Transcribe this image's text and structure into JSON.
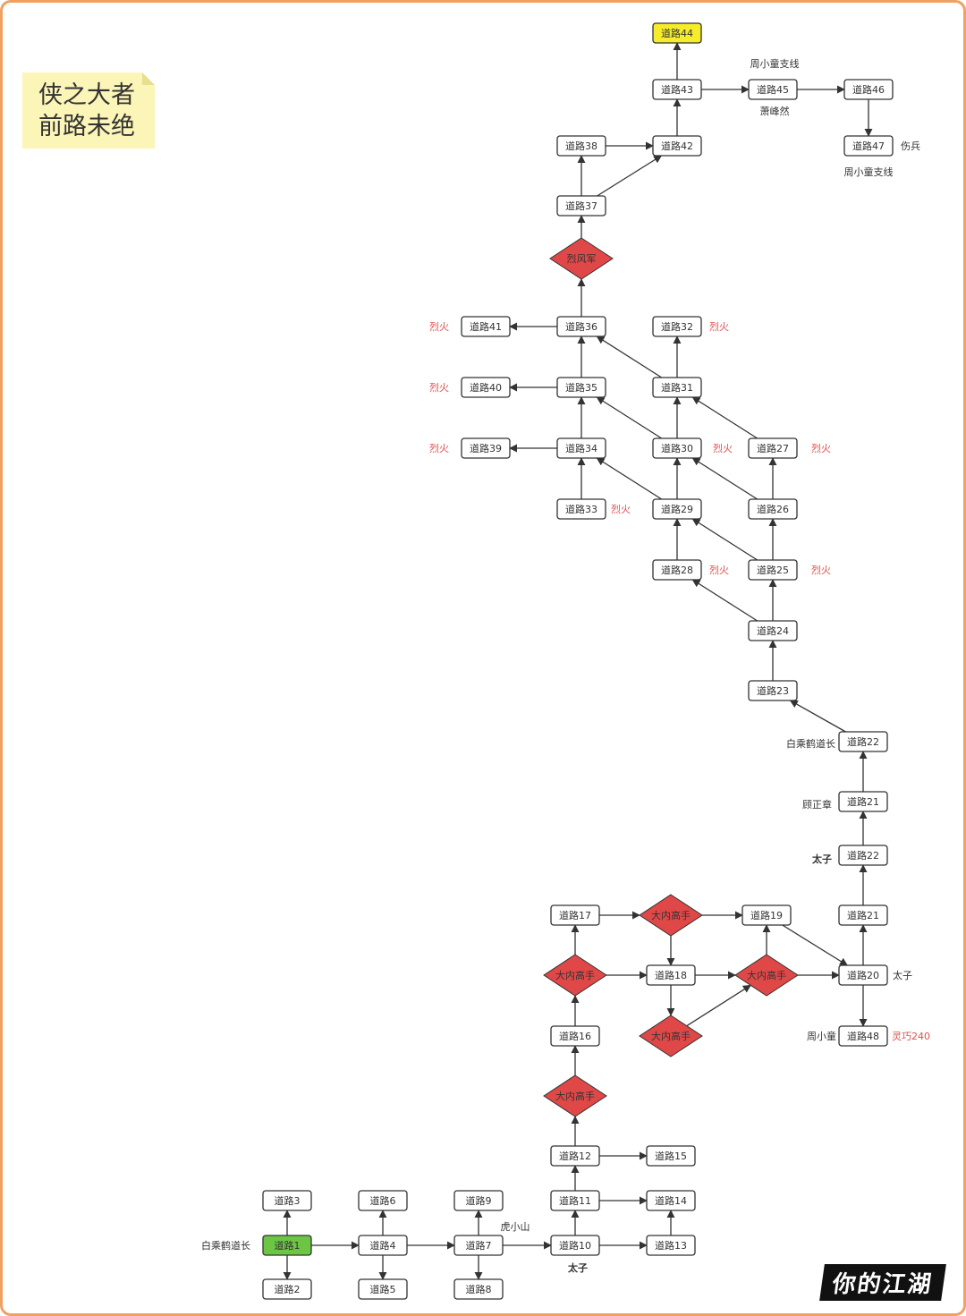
{
  "note": {
    "line1": "侠之大者",
    "line2": "前路未绝"
  },
  "logo": "你的江湖",
  "colors": {
    "stroke": "#333333",
    "diamond": "#e04848",
    "start": "#6cc644",
    "goal": "#f5ec2a",
    "red_text": "#e05050",
    "text": "#333333"
  },
  "nodes": [
    {
      "id": "n1",
      "label": "道路1",
      "type": "start"
    },
    {
      "id": "n2",
      "label": "道路2"
    },
    {
      "id": "n3",
      "label": "道路3"
    },
    {
      "id": "n4",
      "label": "道路4"
    },
    {
      "id": "n5",
      "label": "道路5"
    },
    {
      "id": "n6",
      "label": "道路6"
    },
    {
      "id": "n7",
      "label": "道路7"
    },
    {
      "id": "n8",
      "label": "道路8"
    },
    {
      "id": "n9",
      "label": "道路9"
    },
    {
      "id": "n10",
      "label": "道路10"
    },
    {
      "id": "n11",
      "label": "道路11"
    },
    {
      "id": "n12",
      "label": "道路12"
    },
    {
      "id": "n13",
      "label": "道路13"
    },
    {
      "id": "n14",
      "label": "道路14"
    },
    {
      "id": "n15",
      "label": "道路15"
    },
    {
      "id": "dE",
      "label": "大内高手",
      "type": "diamond"
    },
    {
      "id": "n16",
      "label": "道路16"
    },
    {
      "id": "dB",
      "label": "大内高手",
      "type": "diamond"
    },
    {
      "id": "n17",
      "label": "道路17"
    },
    {
      "id": "dA",
      "label": "大内高手",
      "type": "diamond"
    },
    {
      "id": "n18",
      "label": "道路18"
    },
    {
      "id": "dD",
      "label": "大内高手",
      "type": "diamond"
    },
    {
      "id": "dC",
      "label": "大内高手",
      "type": "diamond"
    },
    {
      "id": "n19",
      "label": "道路19"
    },
    {
      "id": "n20",
      "label": "道路20"
    },
    {
      "id": "n48",
      "label": "道路48"
    },
    {
      "id": "n21b",
      "label": "道路21"
    },
    {
      "id": "n22b",
      "label": "道路22"
    },
    {
      "id": "n21a",
      "label": "道路21"
    },
    {
      "id": "n22a",
      "label": "道路22"
    },
    {
      "id": "n23",
      "label": "道路23"
    },
    {
      "id": "n24",
      "label": "道路24"
    },
    {
      "id": "n25",
      "label": "道路25"
    },
    {
      "id": "n26",
      "label": "道路26"
    },
    {
      "id": "n27",
      "label": "道路27"
    },
    {
      "id": "n28",
      "label": "道路28"
    },
    {
      "id": "n29",
      "label": "道路29"
    },
    {
      "id": "n30",
      "label": "道路30"
    },
    {
      "id": "n31",
      "label": "道路31"
    },
    {
      "id": "n32",
      "label": "道路32"
    },
    {
      "id": "n33",
      "label": "道路33"
    },
    {
      "id": "n34",
      "label": "道路34"
    },
    {
      "id": "n35",
      "label": "道路35"
    },
    {
      "id": "n36",
      "label": "道路36"
    },
    {
      "id": "n39",
      "label": "道路39"
    },
    {
      "id": "n40",
      "label": "道路40"
    },
    {
      "id": "n41",
      "label": "道路41"
    },
    {
      "id": "dL",
      "label": "烈风军",
      "type": "diamond"
    },
    {
      "id": "n37",
      "label": "道路37"
    },
    {
      "id": "n38",
      "label": "道路38"
    },
    {
      "id": "n42",
      "label": "道路42"
    },
    {
      "id": "n43",
      "label": "道路43"
    },
    {
      "id": "n44",
      "label": "道路44",
      "type": "goal"
    },
    {
      "id": "n45",
      "label": "道路45"
    },
    {
      "id": "n46",
      "label": "道路46"
    },
    {
      "id": "n47",
      "label": "道路47"
    }
  ],
  "edges": [
    [
      "n1",
      "n3"
    ],
    [
      "n1",
      "n2"
    ],
    [
      "n1",
      "n4"
    ],
    [
      "n4",
      "n6"
    ],
    [
      "n4",
      "n5"
    ],
    [
      "n4",
      "n7"
    ],
    [
      "n7",
      "n9"
    ],
    [
      "n7",
      "n8"
    ],
    [
      "n7",
      "n10"
    ],
    [
      "n10",
      "n11"
    ],
    [
      "n10",
      "n13"
    ],
    [
      "n11",
      "n14"
    ],
    [
      "n13",
      "n14"
    ],
    [
      "n11",
      "n12"
    ],
    [
      "n12",
      "n15"
    ],
    [
      "n12",
      "dE"
    ],
    [
      "dE",
      "n16"
    ],
    [
      "n16",
      "dB"
    ],
    [
      "dB",
      "n17"
    ],
    [
      "dB",
      "n18"
    ],
    [
      "n17",
      "dA"
    ],
    [
      "dA",
      "n19"
    ],
    [
      "dA",
      "n18"
    ],
    [
      "n18",
      "dD"
    ],
    [
      "n18",
      "dC"
    ],
    [
      "dD",
      "dC"
    ],
    [
      "dC",
      "n19"
    ],
    [
      "dC",
      "n20"
    ],
    [
      "n19",
      "n20"
    ],
    [
      "n20",
      "n21b"
    ],
    [
      "n20",
      "n48"
    ],
    [
      "n21b",
      "n22b"
    ],
    [
      "n22b",
      "n21a"
    ],
    [
      "n21a",
      "n22a"
    ],
    [
      "n22a",
      "n23"
    ],
    [
      "n23",
      "n24"
    ],
    [
      "n24",
      "n28"
    ],
    [
      "n24",
      "n25"
    ],
    [
      "n25",
      "n26"
    ],
    [
      "n26",
      "n27"
    ],
    [
      "n25",
      "n29"
    ],
    [
      "n28",
      "n29"
    ],
    [
      "n29",
      "n30"
    ],
    [
      "n26",
      "n30"
    ],
    [
      "n30",
      "n31"
    ],
    [
      "n27",
      "n31"
    ],
    [
      "n31",
      "n32"
    ],
    [
      "n29",
      "n34"
    ],
    [
      "n30",
      "n35"
    ],
    [
      "n31",
      "n36"
    ],
    [
      "n33",
      "n34"
    ],
    [
      "n34",
      "n35"
    ],
    [
      "n35",
      "n36"
    ],
    [
      "n34",
      "n39"
    ],
    [
      "n35",
      "n40"
    ],
    [
      "n36",
      "n41"
    ],
    [
      "n36",
      "dL"
    ],
    [
      "dL",
      "n37"
    ],
    [
      "n37",
      "n38"
    ],
    [
      "n37",
      "n42"
    ],
    [
      "n38",
      "n42"
    ],
    [
      "n42",
      "n43"
    ],
    [
      "n43",
      "n44"
    ],
    [
      "n43",
      "n45"
    ],
    [
      "n45",
      "n46"
    ],
    [
      "n46",
      "n47"
    ]
  ],
  "annotations": [
    {
      "id": "a1",
      "text": "烈火",
      "red": true
    },
    {
      "id": "a2",
      "text": "烈火",
      "red": true
    },
    {
      "id": "a3",
      "text": "烈火",
      "red": true
    },
    {
      "id": "a4",
      "text": "烈火",
      "red": true
    },
    {
      "id": "a5",
      "text": "烈火",
      "red": true
    },
    {
      "id": "a6",
      "text": "烈火",
      "red": true
    },
    {
      "id": "a7",
      "text": "烈火",
      "red": true
    },
    {
      "id": "a8",
      "text": "烈火",
      "red": true
    },
    {
      "id": "a9",
      "text": "烈火",
      "red": true
    },
    {
      "id": "a10",
      "text": "白乘鹤道长"
    },
    {
      "id": "a11",
      "text": "顾正章"
    },
    {
      "id": "a12",
      "text": "太子",
      "bold": true
    },
    {
      "id": "a13",
      "text": "太子"
    },
    {
      "id": "a14",
      "text": "周小童"
    },
    {
      "id": "a15",
      "text": "灵巧240",
      "red": true
    },
    {
      "id": "a16",
      "text": "白乘鹤道长"
    },
    {
      "id": "a17",
      "text": "虎小山"
    },
    {
      "id": "a18",
      "text": "太子",
      "bold": true
    },
    {
      "id": "a19",
      "text": "周小童支线"
    },
    {
      "id": "a20",
      "text": "萧峰然"
    },
    {
      "id": "a21",
      "text": "伤兵"
    },
    {
      "id": "a22",
      "text": "周小童支线"
    }
  ]
}
